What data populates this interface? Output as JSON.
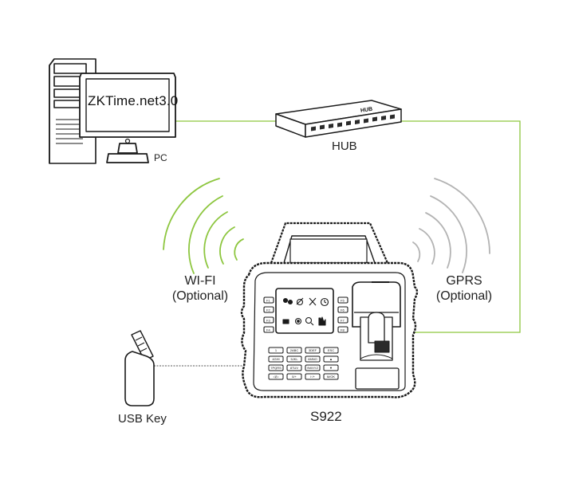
{
  "pc": {
    "screen_text": "ZKTime.net3.0",
    "label": "PC"
  },
  "hub": {
    "label": "HUB",
    "brand": "HUB"
  },
  "wifi": {
    "line1": "WI-FI",
    "line2": "(Optional)"
  },
  "gprs": {
    "line1": "GPRS",
    "line2": "(Optional)"
  },
  "usb": {
    "label": "USB Key"
  },
  "device": {
    "label": "S922",
    "left_fkeys": [
      "F1",
      "F2",
      "F3",
      "F4"
    ],
    "right_fkeys": [
      "F5",
      "F6",
      "F7",
      "F8"
    ],
    "keypad": [
      "1",
      "2ABC",
      "3DEF",
      "ESC",
      "4GHI",
      "5JKL",
      "6MNO",
      "▲",
      "7PQRS",
      "8TUV",
      "9WXYZ",
      "▼",
      "◁/▷",
      "0/+",
      "/·/+",
      "M/OK"
    ]
  },
  "colors": {
    "green": "#8dc63f",
    "gray_wave": "#b3b3b3",
    "outline": "#1a1a1a"
  }
}
